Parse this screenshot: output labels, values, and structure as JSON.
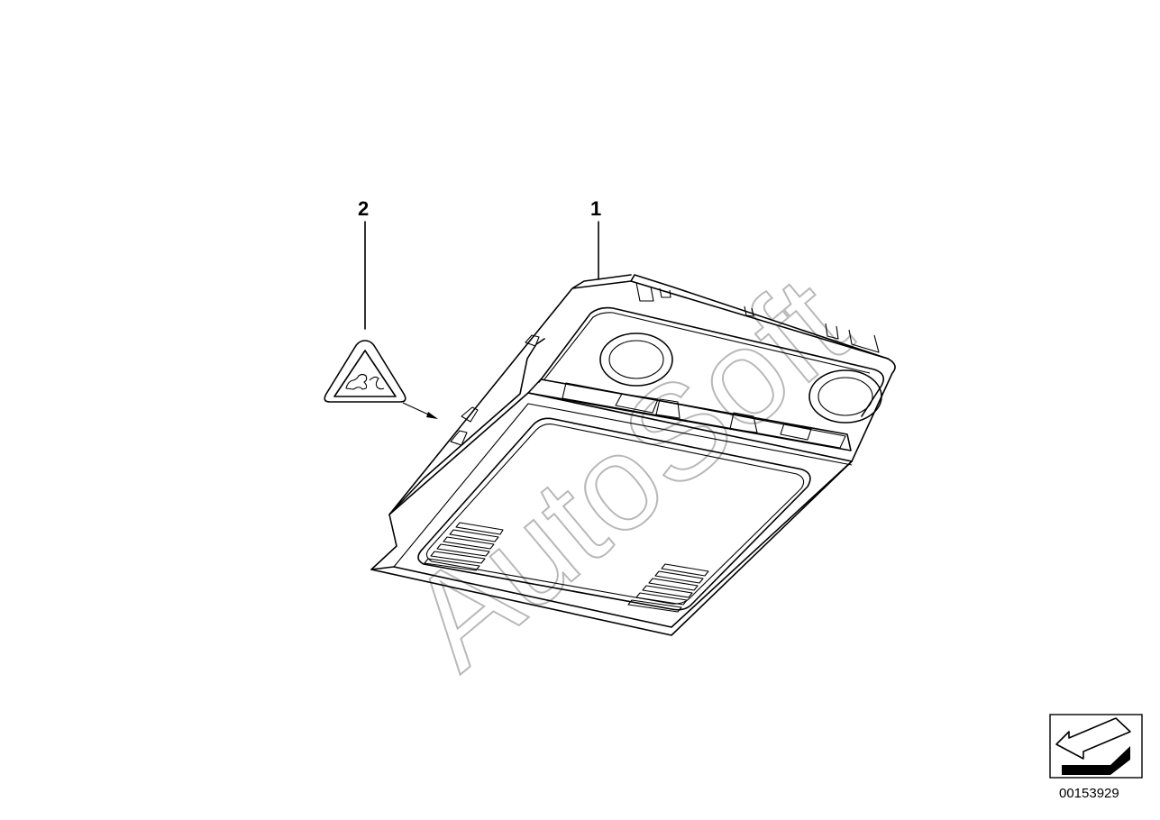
{
  "callouts": {
    "part_1": "1",
    "part_2": "2"
  },
  "watermark": "AutoSoft",
  "diagram_id": "00153929",
  "icons": {
    "warning_label": "warning-triangle-icon",
    "navigation": "arrow-icon"
  }
}
